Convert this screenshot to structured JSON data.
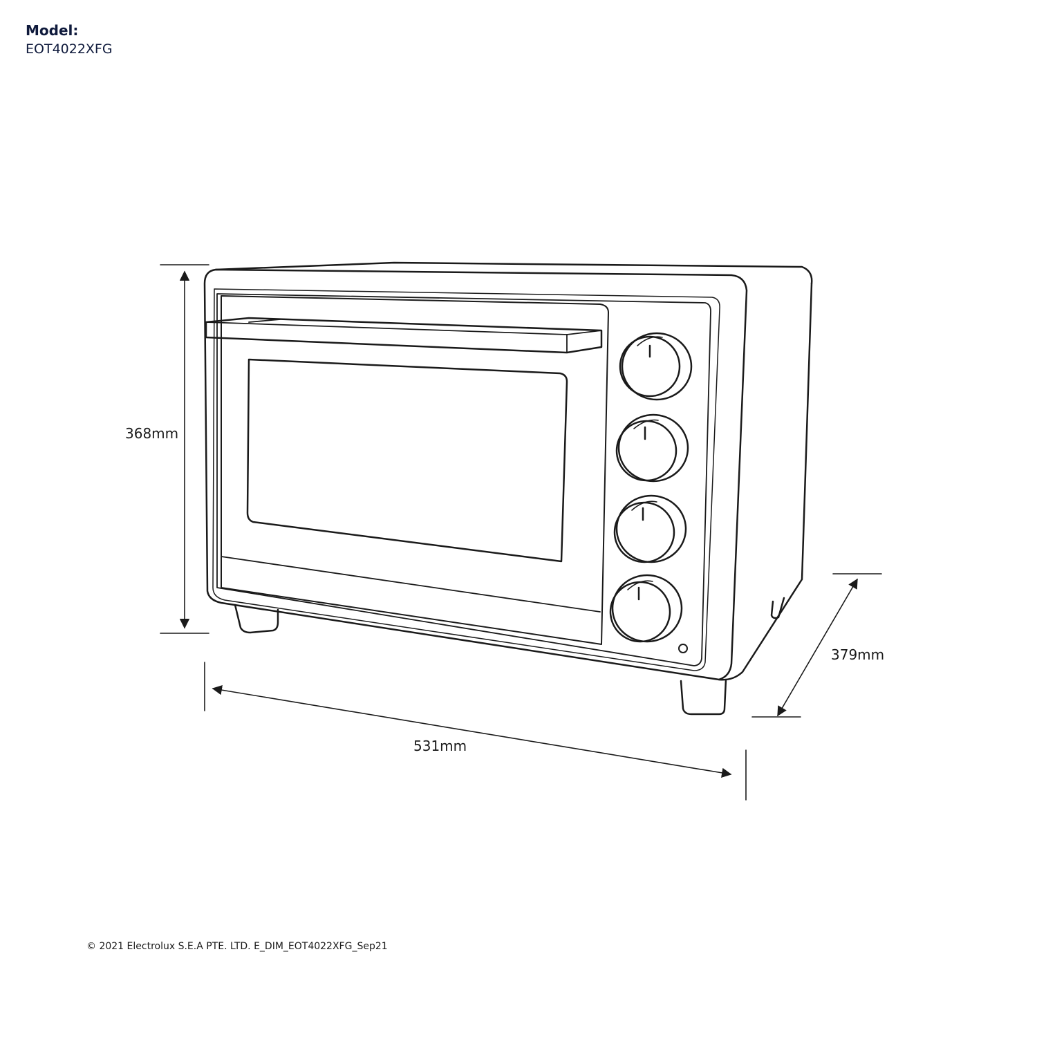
{
  "header": {
    "model_label": "Model:",
    "model_value": "EOT4022XFG"
  },
  "dimensions": {
    "height": "368mm",
    "width": "531mm",
    "depth": "379mm"
  },
  "footer": {
    "copyright": "© 2021 Electrolux S.E.A PTE. LTD. E_DIM_EOT4022XFG_Sep21"
  },
  "appliance": {
    "knob_count": 4
  },
  "colors": {
    "line": "#1a1a1a",
    "title": "#0f1a3c"
  }
}
